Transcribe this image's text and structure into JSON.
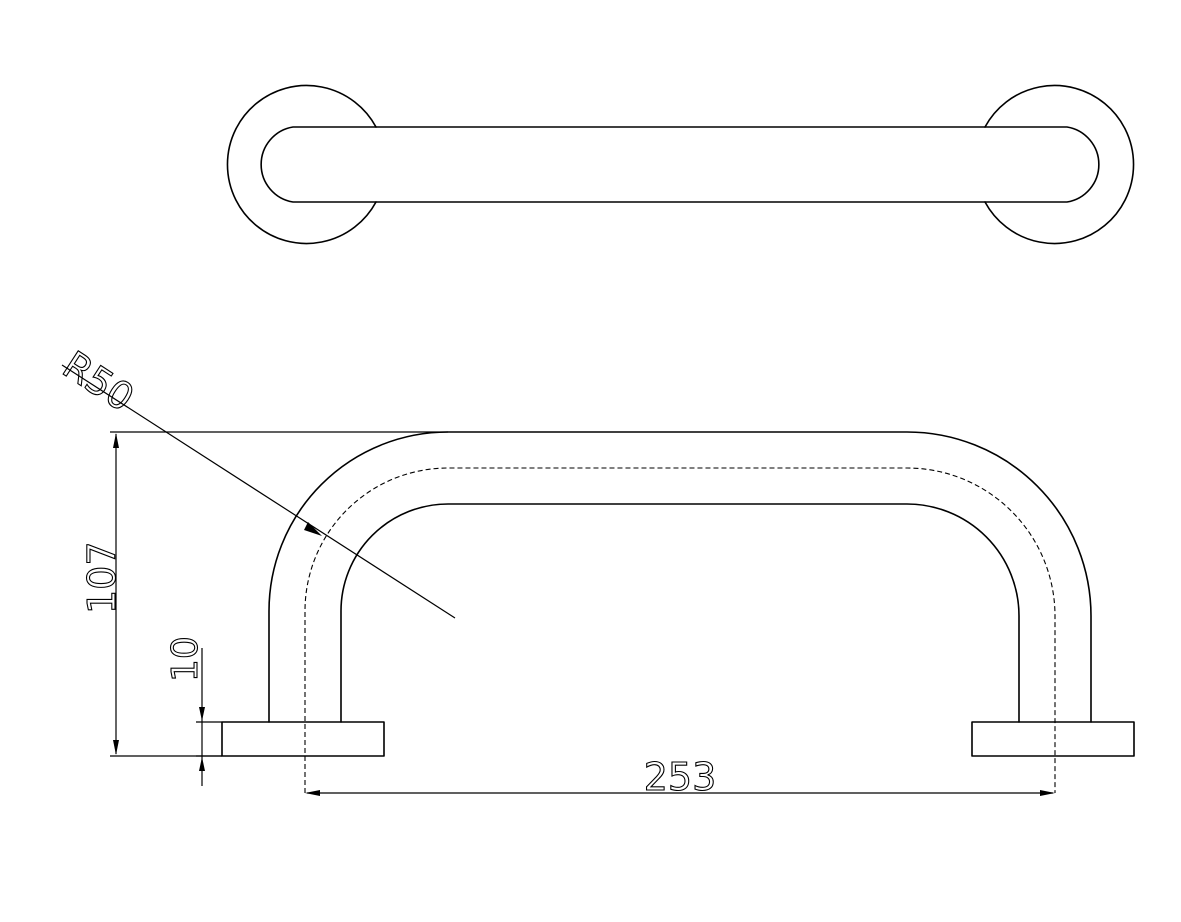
{
  "drawing": {
    "views": [
      "top",
      "front"
    ],
    "dimensions": {
      "radius": "R50",
      "height": "107",
      "flange_thickness": "10",
      "center_distance": "253"
    }
  }
}
